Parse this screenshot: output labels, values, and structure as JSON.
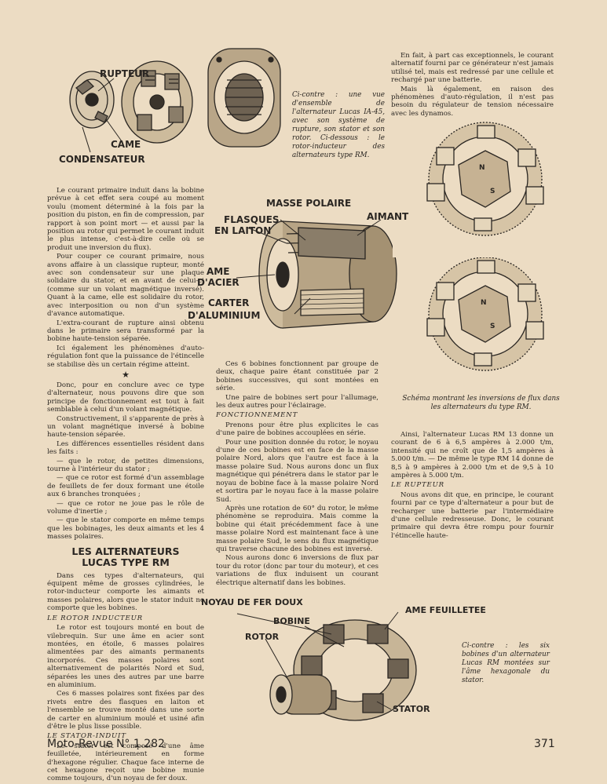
{
  "labels": {
    "rupteur": "RUPTEUR",
    "came": "CAME",
    "condensateur": "CONDENSATEUR",
    "masse_polaire": "MASSE POLAIRE",
    "flasques_1": "FLASQUES",
    "flasques_2": "EN LAITON",
    "aimant": "AIMANT",
    "ame_1": "AME",
    "ame_2": "D'ACIER",
    "carter_1": "CARTER",
    "carter_2": "D'ALUMINIUM",
    "noyau": "NOYAU DE FER DOUX",
    "bobine": "BOBINE",
    "rotor": "ROTOR",
    "ame_feuilletee": "AME FEUILLETEE",
    "stator": "STATOR"
  },
  "captions": {
    "top": "Ci-contre : une vue d'ensemble de l'alternateur Lucas IA-45, avec son système de rupture, son stator et son rotor. Ci-dessous : le rotor-inducteur des alternateurs type RM.",
    "schema": "Schéma montrant les inversions de flux dans les alternateurs du type RM.",
    "bottom": "Ci-contre : les six bobines d'un alternateur Lucas RM montées sur l'âme hexagonale du stator."
  },
  "col1": {
    "p1": "Le courant primaire induit dans la bobine prévue à cet effet sera coupé au moment voulu (moment déterminé à la fois par la position du piston, en fin de compression, par rapport à son point mort — et aussi par la position au rotor qui permet le courant induit le plus intense, c'est-à-dire celle où se produit une inversion du flux).",
    "p2": "Pour couper ce courant primaire, nous avons affaire à un classique rupteur, monté avec son condensateur sur une plaque solidaire du stator, et en avant de celui-ci (comme sur un volant magnétique inversé). Quant à la came, elle est solidaire du rotor, avec interposition ou non d'un système d'avance automatique.",
    "p3": "L'extra-courant de rupture ainsi obtenu dans le primaire sera transformé par la bobine haute-tension séparée.",
    "p4": "Ici également les phénomènes d'auto-régulation font que la puissance de l'étincelle se stabilise dès un certain régime atteint.",
    "star": "★",
    "p5": "Donc, pour en conclure avec ce type d'alternateur, nous pouvons dire que son principe de fonctionnement est tout à fait semblable à celui d'un volant magnétique.",
    "p6": "Constructivement, il s'apparente de près à un volant magnétique inversé à bobine haute-tension séparée.",
    "p7": "Les différences essentielles résident dans les faits :",
    "p8": "— que le rotor, de petites dimensions, tourne à l'intérieur du stator ;",
    "p9": "— que ce rotor est formé d'un assemblage de feuillets de fer doux formant une étoile aux 6 branches tronquées ;",
    "p10": "— que ce rotor ne joue pas le rôle de volume d'inertie ;",
    "p11": "— que le stator comporte en même temps que les bobinages, les deux aimants et les 4 masses polaires.",
    "heading_1": "LES ALTERNATEURS",
    "heading_2": "LUCAS TYPE RM",
    "p12": "Dans ces types d'alternateurs, qui équipent même de grosses cylindrées, le rotor-inducteur comporte les aimants et masses polaires, alors que le stator induit ne comporte que les bobines.",
    "sub1": "LE ROTOR INDUCTEUR",
    "p13": "Le rotor est toujours monté en bout de vilebrequin. Sur une âme en acier sont montées, en étoile, 6 masses polaires alimentées par des aimants permanents incorporés. Ces masses polaires sont alternativement de polarités Nord et Sud, séparées les unes des autres par une barre en aluminium.",
    "p14": "Ces 6 masses polaires sont fixées par des rivets entre des flasques en laiton et l'ensemble se trouve monté dans une sorte de carter en aluminium moulé et usiné afin d'être le plus lisse possible.",
    "sub2": "LE STATOR-INDUIT",
    "p15": "Le stator est composé d'une âme feuilletée, intérieurement en forme d'hexagone régulier. Chaque face interne de cet hexagone reçoit une bobine munie comme toujours, d'un noyau de fer doux."
  },
  "col2": {
    "p1": "Ces 6 bobines fonctionnent par groupe de deux, chaque paire étant constituée par 2 bobines successives, qui sont montées en série.",
    "p2": "Une paire de bobines sert pour l'allumage, les deux autres pour l'éclairage.",
    "sub1": "FONCTIONNEMENT",
    "p3": "Prenons pour être plus explicites le cas d'une paire de bobines accouplées en série.",
    "p4": "Pour une position donnée du rotor, le noyau d'une de ces bobines est en face de la masse polaire Nord, alors que l'autre est face à la masse polaire Sud. Nous aurons donc un flux magnétique qui pénétrera dans le stator par le noyau de bobine face à la masse polaire Nord et sortira par le noyau face à la masse polaire Sud.",
    "p5": "Après une rotation de 60° du rotor, le même phénomène se reproduira. Mais comme la bobine qui était précédemment face à une masse polaire Nord est maintenant face à une masse polaire Sud, le sens du flux magnétique qui traverse chacune des bobines est inversé.",
    "p6": "Nous aurons donc 6 inversions de flux par tour du rotor (donc par tour du moteur), et ces variations de flux induisent un courant électrique alternatif dans les bobines."
  },
  "col3": {
    "p1": "En fait, à part cas exceptionnels, le courant alternatif fourni par ce générateur n'est jamais utilisé tel, mais est redressé par une cellule et rechargé par une batterie.",
    "p2": "Mais là également, en raison des phénomènes d'auto-régulation, il n'est pas besoin du régulateur de tension nécessaire avec les dynamos.",
    "p3": "Ainsi, l'alternateur Lucas RM 13 donne un courant de 6 à 6,5 ampères à 2.000 t/m, intensité qui ne croît que de 1,5 ampères à 5.000 t/m. — De même le type RM 14 donne de 8,5 à 9 ampères à 2.000 t/m et de 9,5 à 10 ampères à 5.000 t/m.",
    "sub1": "LE RUPTEUR",
    "p4": "Nous avons dit que, en principe, le courant fourni par ce type d'alternateur a pour but de recharger une batterie par l'intermédiaire d'une cellule redresseuse. Donc, le courant primaire qui devra être rompu pour fournir l'étincelle haute-"
  },
  "footer": {
    "left": "Moto-Revue N° 1.282",
    "right": "371"
  },
  "pole_letters": {
    "n": "N",
    "s": "S"
  }
}
